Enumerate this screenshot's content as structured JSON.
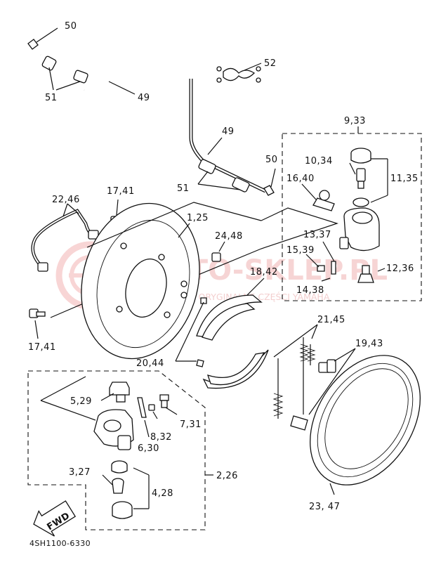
{
  "watermark": {
    "brand": "MOTO-SKLEP.PL",
    "tagline": "WYŁĄCZNIE ORYGINALNE CZĘŚCI YAMAHA"
  },
  "fwd_label": "FWD",
  "diagram_code": "4SH1100-6330",
  "labels": [
    "50",
    "52",
    "51",
    "49",
    "9,33",
    "49",
    "10,34",
    "11,35",
    "50",
    "16,40",
    "51",
    "17,41",
    "22,46",
    "1,25",
    "13,37",
    "24,48",
    "15,39",
    "12,36",
    "18,42",
    "14,38",
    "21,45",
    "19,43",
    "17,41",
    "20,44",
    "5,29",
    "7,31",
    "8,32",
    "6,30",
    "3,27",
    "2,26",
    "4,28",
    "23, 47"
  ],
  "icons": {
    "fwd_arrow": "fwd-arrow-icon",
    "watermark_logo": "watermark-logo-icon"
  }
}
